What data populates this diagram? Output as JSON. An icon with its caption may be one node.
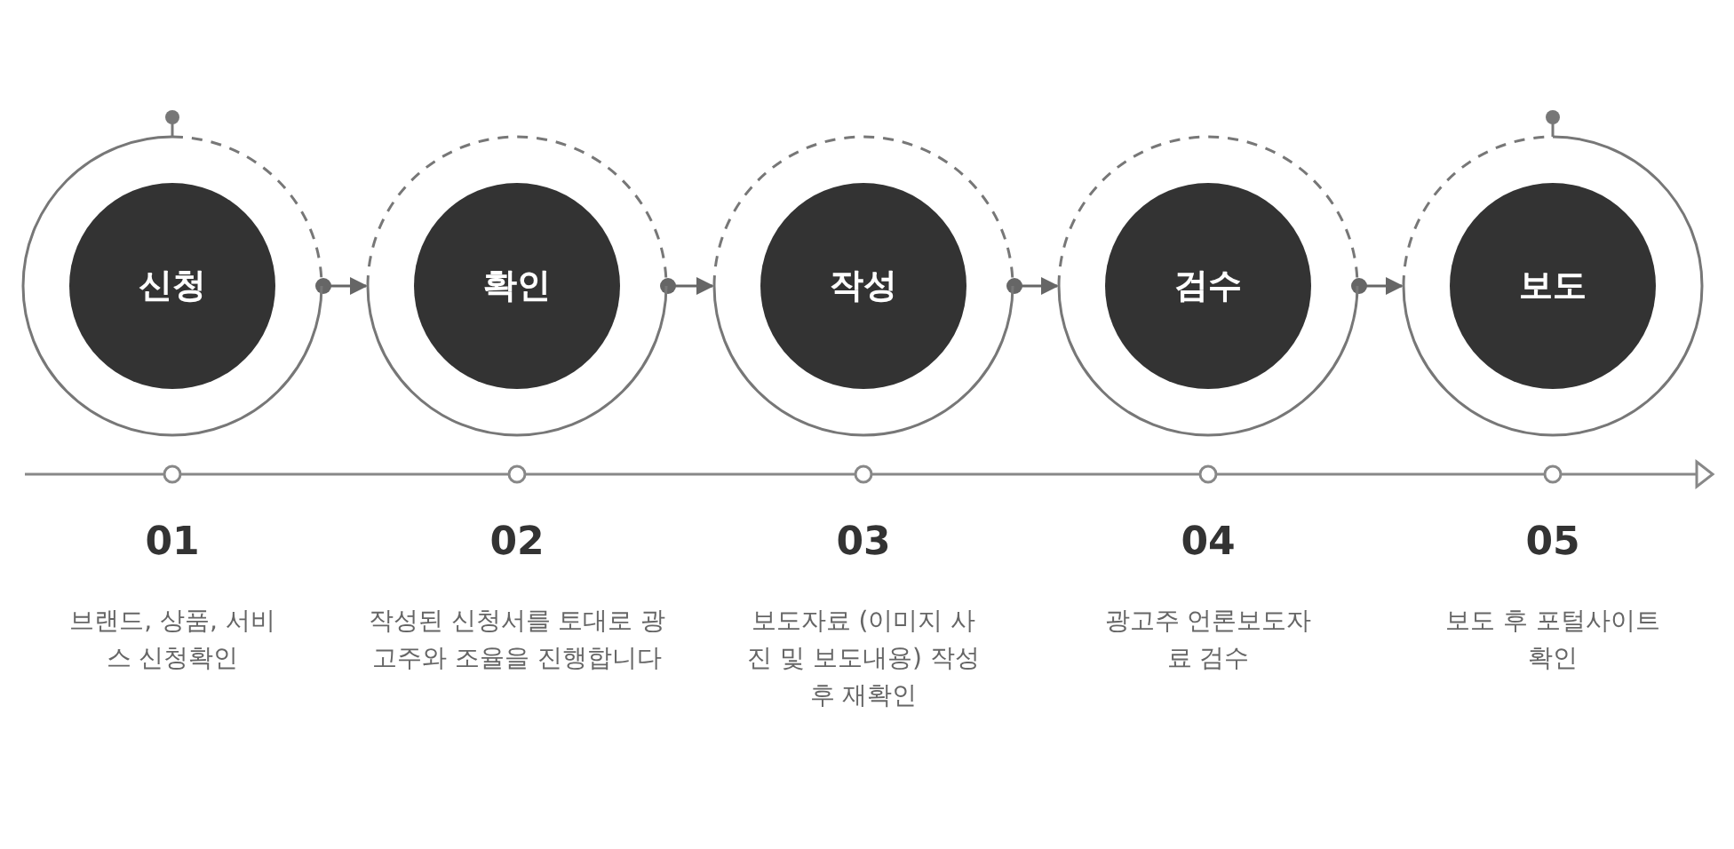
{
  "diagram": {
    "nodes": [
      {
        "text": [
          "신청"
        ],
        "beside": [
          "01",
          "브랜드, 상품, 서비스 신청확인"
        ]
      },
      {
        "text": [
          "확인"
        ],
        "beside": [
          "02",
          "작성된 신청서를 토대로 광고주와 조율을 진행합니다"
        ]
      },
      {
        "text": [
          "작성"
        ],
        "beside": [
          "03",
          "보도자료 (이미지 사진 및 보도내용) 작성 후 재확인"
        ]
      },
      {
        "text": [
          "검수"
        ],
        "beside": [
          "04",
          "광고주 언론보도자료 검수"
        ]
      },
      {
        "text": [
          "보도"
        ],
        "beside": [
          "05",
          "보도 후 포털사이트 확인"
        ]
      }
    ],
    "edges": [
      {
        "from": 0,
        "to": 1,
        "arrow": "to"
      },
      {
        "from": 1,
        "to": 2,
        "arrow": "to"
      },
      {
        "from": 2,
        "to": 3,
        "arrow": "to"
      },
      {
        "from": 3,
        "to": 4,
        "arrow": "to"
      }
    ]
  }
}
